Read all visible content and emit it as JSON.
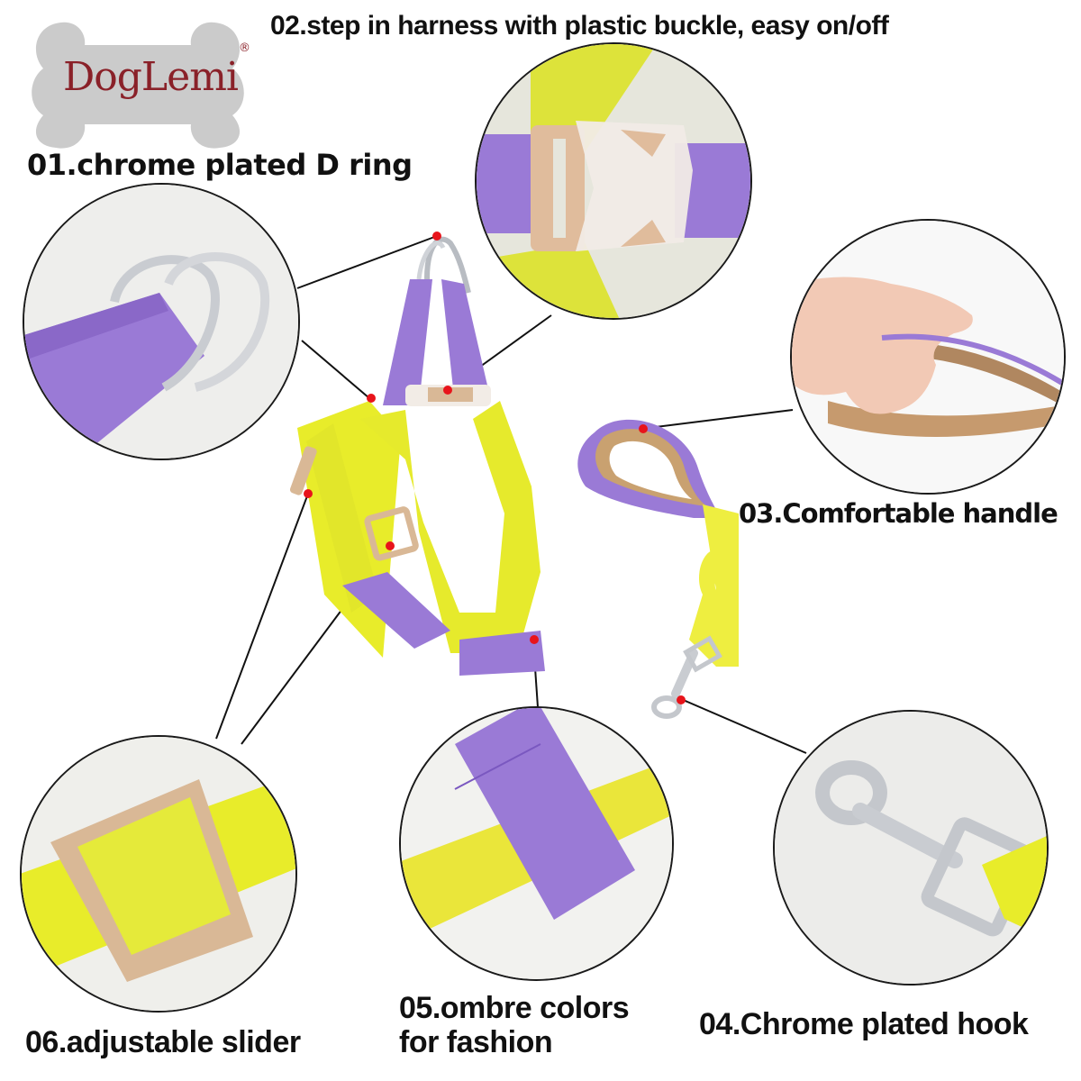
{
  "brand": {
    "name": "DogLemi",
    "registered_mark": "®",
    "logo_shape": "bone-icon",
    "logo_bg": "#cbcbcb",
    "logo_text_color": "#8a2129"
  },
  "features": [
    {
      "id": "01",
      "label": "01.chrome plated D ring"
    },
    {
      "id": "02",
      "label": "02.step in harness with plastic buckle, easy on/off"
    },
    {
      "id": "03",
      "label": "03.Comfortable handle"
    },
    {
      "id": "04",
      "label": "04.Chrome plated hook"
    },
    {
      "id": "05",
      "label_line1": "05.ombre colors",
      "label_line2": "for fashion"
    },
    {
      "id": "06",
      "label": "06.adjustable slider"
    }
  ],
  "colors": {
    "yellow": "#e8ec2a",
    "purple": "#9a7ad6",
    "tan": "#d9b896",
    "chrome": "#c9ccd1",
    "callout_dot": "#e8141b",
    "line": "#111111"
  }
}
